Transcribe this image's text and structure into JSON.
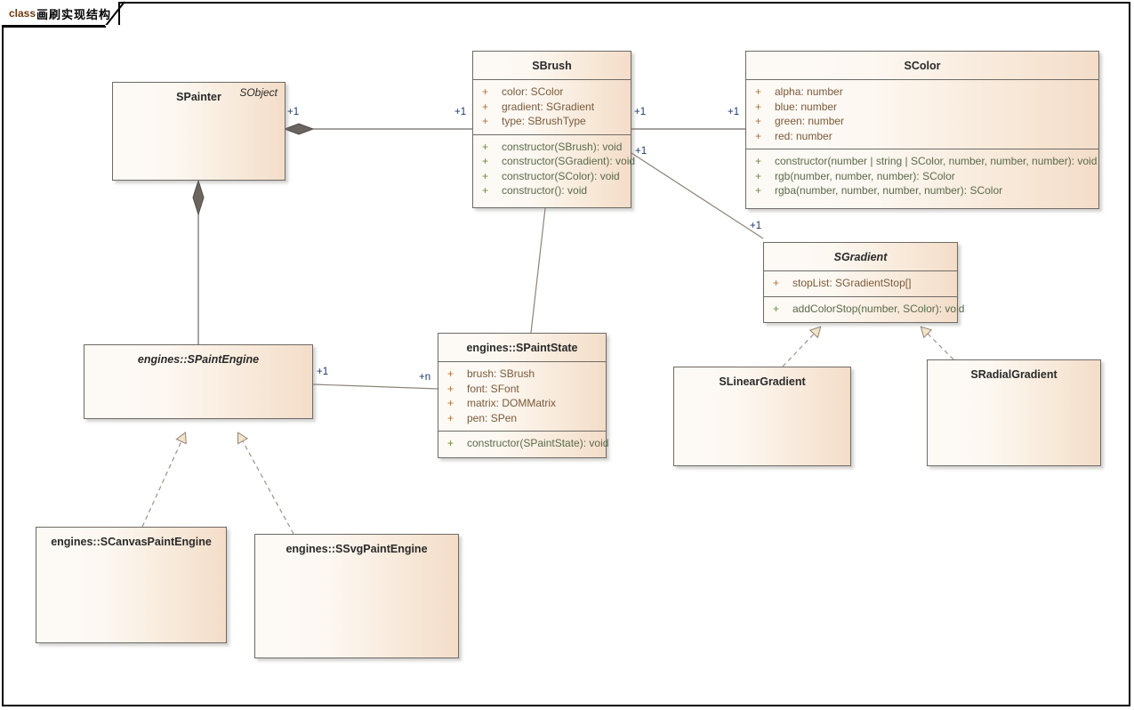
{
  "frame": {
    "keyword": "class",
    "title": "画刷实现结构"
  },
  "colors": {
    "box_fill_left": "#fdfaf6",
    "box_fill_right": "#f3ddc9",
    "box_border": "#6e6a66",
    "attribute_text": "#7a5a3a",
    "operation_text": "#5a6a4a",
    "visibility_plus": "#b0703a",
    "multiplicity_text": "#1b3a6b",
    "arrow_fill": "#f5e3c8",
    "link_line": "#6e6a66"
  },
  "classes": [
    {
      "id": "spainter",
      "name": "SPainter",
      "stereotype": "SObject",
      "abstract": false,
      "attributes": [],
      "operations": []
    },
    {
      "id": "sbrush",
      "name": "SBrush",
      "stereotype": "",
      "abstract": false,
      "attributes": [
        {
          "vis": "+",
          "text": "color: SColor"
        },
        {
          "vis": "+",
          "text": "gradient: SGradient"
        },
        {
          "vis": "+",
          "text": "type: SBrushType"
        }
      ],
      "operations": [
        {
          "vis": "+",
          "text": "constructor(SBrush): void"
        },
        {
          "vis": "+",
          "text": "constructor(SGradient): void"
        },
        {
          "vis": "+",
          "text": "constructor(SColor): void"
        },
        {
          "vis": "+",
          "text": "constructor(): void"
        }
      ]
    },
    {
      "id": "scolor",
      "name": "SColor",
      "stereotype": "",
      "abstract": false,
      "attributes": [
        {
          "vis": "+",
          "text": "alpha: number"
        },
        {
          "vis": "+",
          "text": "blue: number"
        },
        {
          "vis": "+",
          "text": "green: number"
        },
        {
          "vis": "+",
          "text": "red: number"
        }
      ],
      "operations": [
        {
          "vis": "+",
          "text": "constructor(number | string | SColor, number, number, number): void"
        },
        {
          "vis": "+",
          "text": "rgb(number, number, number): SColor"
        },
        {
          "vis": "+",
          "text": "rgba(number, number, number, number): SColor"
        }
      ]
    },
    {
      "id": "sgradient",
      "name": "SGradient",
      "stereotype": "",
      "abstract": true,
      "attributes": [
        {
          "vis": "+",
          "text": "stopList: SGradientStop[]"
        }
      ],
      "operations": [
        {
          "vis": "+",
          "text": "addColorStop(number, SColor): void"
        }
      ]
    },
    {
      "id": "spaintengine",
      "name": "engines::SPaintEngine",
      "stereotype": "",
      "abstract": true,
      "attributes": [],
      "operations": []
    },
    {
      "id": "spaintstate",
      "name": "engines::SPaintState",
      "stereotype": "",
      "abstract": false,
      "attributes": [
        {
          "vis": "+",
          "text": "brush: SBrush"
        },
        {
          "vis": "+",
          "text": "font: SFont"
        },
        {
          "vis": "+",
          "text": "matrix: DOMMatrix"
        },
        {
          "vis": "+",
          "text": "pen: SPen"
        }
      ],
      "operations": [
        {
          "vis": "+",
          "text": "constructor(SPaintState): void"
        }
      ]
    },
    {
      "id": "slineargradient",
      "name": "SLinearGradient",
      "stereotype": "",
      "abstract": false,
      "attributes": [],
      "operations": []
    },
    {
      "id": "sradialgradient",
      "name": "SRadialGradient",
      "stereotype": "",
      "abstract": false,
      "attributes": [],
      "operations": []
    },
    {
      "id": "scanvaspaintengine",
      "name": "engines::SCanvasPaintEngine",
      "stereotype": "",
      "abstract": false,
      "attributes": [],
      "operations": []
    },
    {
      "id": "ssvgpaintengine",
      "name": "engines::SSvgPaintEngine",
      "stereotype": "",
      "abstract": false,
      "attributes": [],
      "operations": []
    }
  ],
  "multiplicities": [
    {
      "id": "m-painter-brush-src",
      "label": "+1"
    },
    {
      "id": "m-painter-brush-dst",
      "label": "+1"
    },
    {
      "id": "m-brush-color-src",
      "label": "+1"
    },
    {
      "id": "m-brush-color-dst",
      "label": "+1"
    },
    {
      "id": "m-brush-gradient-src",
      "label": "+1"
    },
    {
      "id": "m-brush-gradient-dst",
      "label": "+1"
    },
    {
      "id": "m-engine-state-src",
      "label": "+1"
    },
    {
      "id": "m-engine-state-dst",
      "label": "+n"
    }
  ],
  "relationships": [
    {
      "id": "r-painter-brush",
      "type": "composition",
      "from": "SPainter",
      "to": "SBrush"
    },
    {
      "id": "r-brush-color",
      "type": "association",
      "from": "SBrush",
      "to": "SColor"
    },
    {
      "id": "r-brush-gradient",
      "type": "association",
      "from": "SBrush",
      "to": "SGradient"
    },
    {
      "id": "r-brush-state",
      "type": "association",
      "from": "SBrush",
      "to": "engines::SPaintState"
    },
    {
      "id": "r-painter-engine",
      "type": "composition",
      "from": "SPainter",
      "to": "engines::SPaintEngine"
    },
    {
      "id": "r-engine-state",
      "type": "association",
      "from": "engines::SPaintEngine",
      "to": "engines::SPaintState"
    },
    {
      "id": "r-canvas-engine",
      "type": "realization",
      "from": "engines::SCanvasPaintEngine",
      "to": "engines::SPaintEngine"
    },
    {
      "id": "r-svg-engine",
      "type": "realization",
      "from": "engines::SSvgPaintEngine",
      "to": "engines::SPaintEngine"
    },
    {
      "id": "r-linear-gradient",
      "type": "realization",
      "from": "SLinearGradient",
      "to": "SGradient"
    },
    {
      "id": "r-radial-gradient",
      "type": "realization",
      "from": "SRadialGradient",
      "to": "SGradient"
    }
  ]
}
